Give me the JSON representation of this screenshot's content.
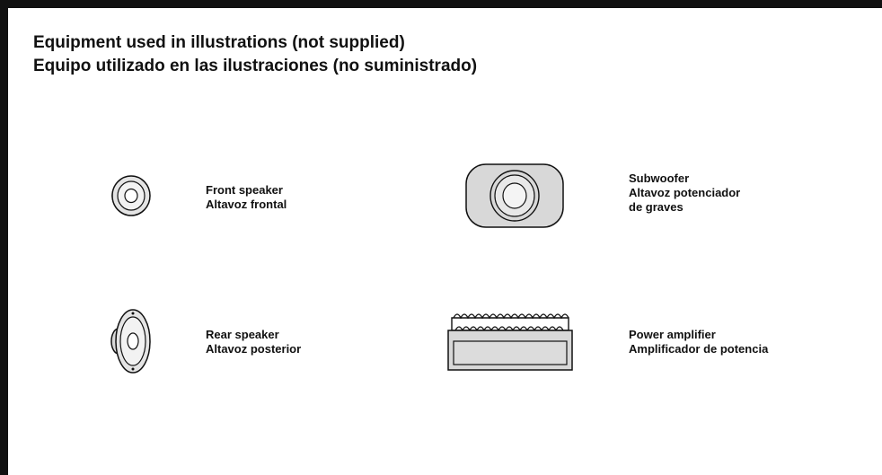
{
  "heading": {
    "line1": "Equipment used in illustrations (not supplied)",
    "line2": "Equipo utilizado en las ilustraciones (no suministrado)"
  },
  "items": [
    {
      "icon": "front-speaker-icon",
      "lines": [
        "Front speaker",
        "Altavoz frontal"
      ]
    },
    {
      "icon": "subwoofer-icon",
      "lines": [
        "Subwoofer",
        "Altavoz potenciador",
        "de graves"
      ]
    },
    {
      "icon": "rear-speaker-icon",
      "lines": [
        "Rear speaker",
        "Altavoz posterior"
      ]
    },
    {
      "icon": "power-amplifier-icon",
      "lines": [
        "Power amplifier",
        "Amplificador de potencia"
      ]
    }
  ],
  "colors": {
    "border": "#111111",
    "icon_fill": "#d8d8d8",
    "text": "#111111"
  }
}
